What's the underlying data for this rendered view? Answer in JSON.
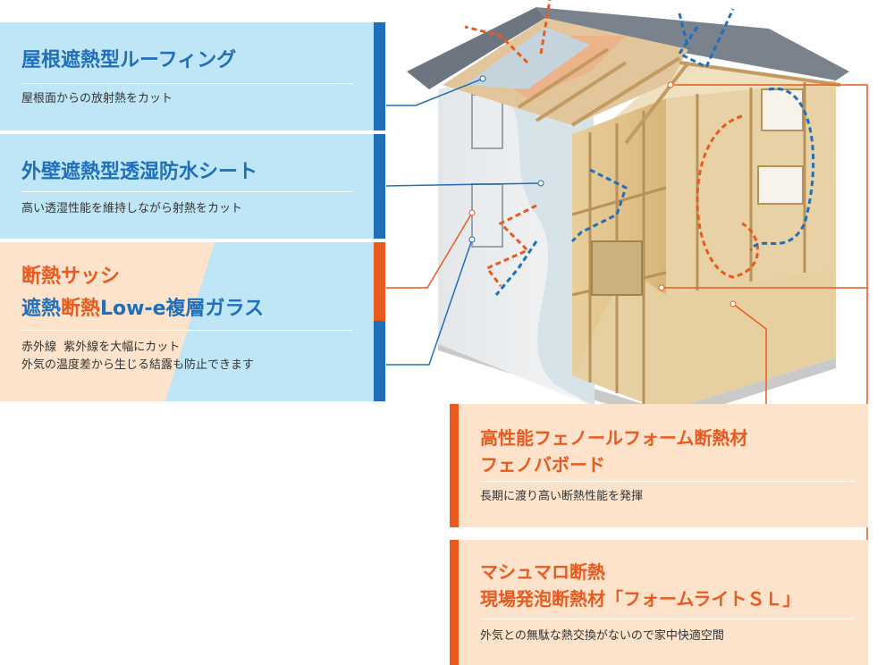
{
  "colors": {
    "accent_blue": "#1f6fba",
    "accent_orange": "#ea5a1e",
    "panel_blue": "#bfe6f7",
    "panel_orange": "#fde3cc"
  },
  "callouts": {
    "roofing": {
      "title": "屋根遮熱型ルーフィング",
      "desc": "屋根面からの放射熱をカット"
    },
    "wall_sheet": {
      "title": "外壁遮熱型透湿防水シート",
      "desc": "高い透湿性能を維持しながら射熱をカット"
    },
    "sash": {
      "title_line1": "断熱サッシ",
      "title_line2_a": "遮熱",
      "title_line2_b": "断熱",
      "title_line2_c": "Low-e複層ガラス",
      "desc_line1": "赤外線  紫外線を大幅にカット",
      "desc_line2": "外気の温度差から生じる結露も防止できます"
    },
    "phenol": {
      "title_line1": "高性能フェノールフォーム断熱材",
      "title_line2": "フェノバボード",
      "desc": "長期に渡り高い断熱性能を発揮"
    },
    "foam": {
      "title_line1": "マシュマロ断熱",
      "title_line2": "現場発泡断熱材「フォームライトＳＬ」",
      "desc": "外気との無駄な熱交換がないので家中快適空間"
    }
  }
}
